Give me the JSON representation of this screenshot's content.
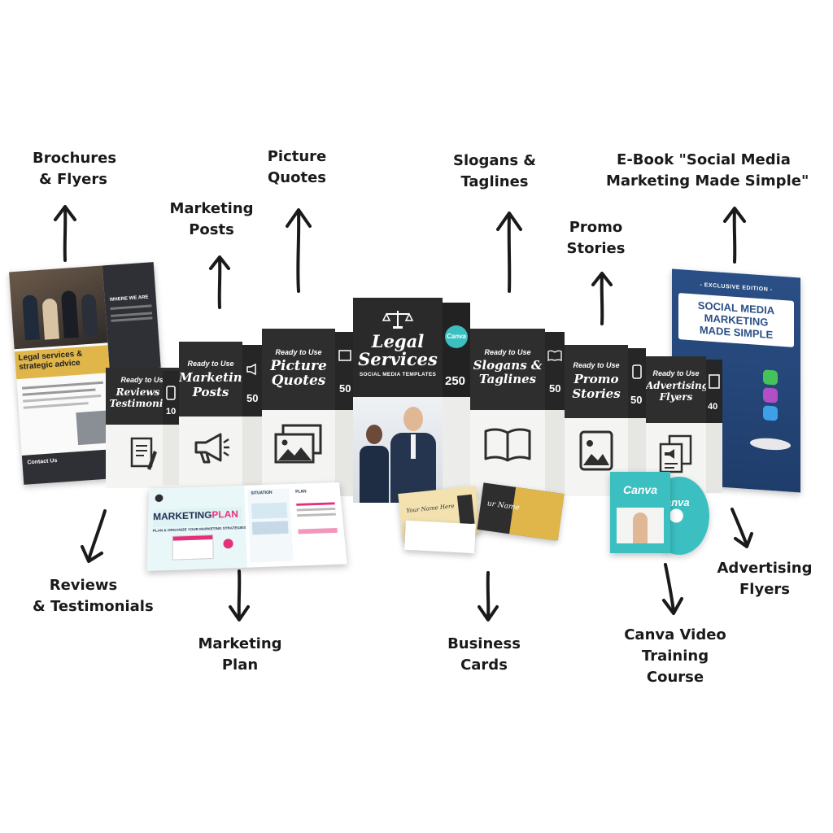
{
  "labels": {
    "brochures_line1": "Brochures",
    "brochures_line2": "& Flyers",
    "marketing_posts_line1": "Marketing",
    "marketing_posts_line2": "Posts",
    "picture_quotes_line1": "Picture",
    "picture_quotes_line2": "Quotes",
    "slogans_line1": "Slogans &",
    "slogans_line2": "Taglines",
    "promo_line1": "Promo",
    "promo_line2": "Stories",
    "ebook_line1": "E-Book \"Social Media",
    "ebook_line2": "Marketing Made Simple\"",
    "reviews_line1": "Reviews",
    "reviews_line2": "& Testimonials",
    "marketing_plan_line1": "Marketing",
    "marketing_plan_line2": "Plan",
    "business_line1": "Business",
    "business_line2": "Cards",
    "canva_line1": "Canva Video",
    "canva_line2": "Training",
    "canva_line3": "Course",
    "advertising_line1": "Advertising",
    "advertising_line2": "Flyers"
  },
  "brochure": {
    "title": "Legal services & strategic advice",
    "where": "WHERE WE ARE",
    "contact": "Contact Us"
  },
  "boxes": {
    "ready": "Ready to Use",
    "reviews": {
      "title": "Reviews & Testimonials",
      "count": "10"
    },
    "posts": {
      "title": "Marketing Posts",
      "count": "50"
    },
    "quotes": {
      "title": "Picture Quotes",
      "count": "50"
    },
    "main": {
      "title_line1": "Legal",
      "title_line2": "Services",
      "subtitle": "SOCIAL MEDIA TEMPLATES",
      "count": "250",
      "badge": "Canva"
    },
    "slogans": {
      "title": "Slogans & Taglines",
      "count": "50"
    },
    "promo": {
      "title": "Promo Stories",
      "count": "50"
    },
    "flyers": {
      "title": "Advertising Flyers",
      "count": "40"
    }
  },
  "ebook": {
    "edition": "- EXCLUSIVE EDITION -",
    "title_line1": "SOCIAL MEDIA",
    "title_line2": "MARKETING",
    "title_line3": "MADE SIMPLE"
  },
  "plan": {
    "title_a": "MARKETING",
    "title_b": "PLAN",
    "subtitle": "PLAN & ORGANIZE YOUR MARKETING STRATEGIES",
    "situation": "SITUATION",
    "action": "PLAN"
  },
  "cards": {
    "name1": "Your Name Here",
    "name2": "ur Name"
  },
  "dvd": {
    "brand": "Canva",
    "brand2": "anva"
  },
  "colors": {
    "dark": "#2e2e2e",
    "teal": "#3bbfc0",
    "gold": "#e0b64a",
    "navy": "#2a4f86",
    "pink": "#e5307a"
  }
}
